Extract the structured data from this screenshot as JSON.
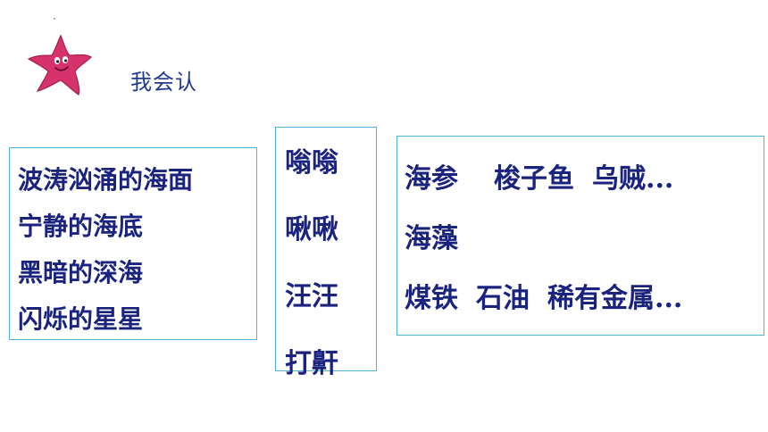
{
  "heading": "我会认",
  "left_box": {
    "lines": [
      "波涛汹涌的海面",
      "宁静的海底",
      "黑暗的深海",
      "闪烁的星星"
    ]
  },
  "mid_box": {
    "lines": [
      "嗡嗡",
      "啾啾",
      "汪汪",
      "打鼾"
    ]
  },
  "right_box": {
    "line1": [
      "海参",
      "梭子鱼",
      "乌贼..."
    ],
    "line2": [
      "海藻"
    ],
    "line3": [
      "煤铁",
      "石油",
      "稀有金属..."
    ]
  },
  "colors": {
    "text": "#1a237e",
    "heading": "#1f3a93",
    "border": "#4fb3d9",
    "starfish": "#d6336c"
  }
}
